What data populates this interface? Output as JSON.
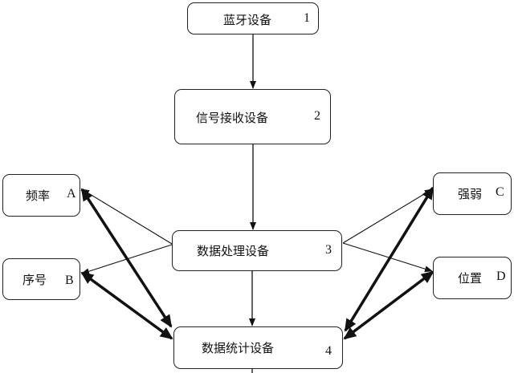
{
  "diagram": {
    "nodes": [
      {
        "id": "1",
        "label": "蓝牙设备",
        "number": "1"
      },
      {
        "id": "2",
        "label": "信号接收设备",
        "number": "2"
      },
      {
        "id": "3",
        "label": "数据处理设备",
        "number": "3"
      },
      {
        "id": "4",
        "label": "数据统计设备",
        "number": "4"
      },
      {
        "id": "A",
        "label": "频率",
        "number": "A"
      },
      {
        "id": "B",
        "label": "序号",
        "number": "B"
      },
      {
        "id": "C",
        "label": "强弱",
        "number": "C"
      },
      {
        "id": "D",
        "label": "位置",
        "number": "D"
      }
    ],
    "edges": [
      {
        "from": "1",
        "to": "2",
        "style": "thin"
      },
      {
        "from": "2",
        "to": "3",
        "style": "thin"
      },
      {
        "from": "3",
        "to": "4",
        "style": "thin"
      },
      {
        "from": "3",
        "to": "A",
        "style": "thin"
      },
      {
        "from": "3",
        "to": "B",
        "style": "thin"
      },
      {
        "from": "3",
        "to": "C",
        "style": "thin"
      },
      {
        "from": "3",
        "to": "D",
        "style": "thin"
      },
      {
        "from": "A",
        "to": "4",
        "style": "bold-bidirectional"
      },
      {
        "from": "B",
        "to": "4",
        "style": "bold-bidirectional"
      },
      {
        "from": "C",
        "to": "4",
        "style": "bold-bidirectional"
      },
      {
        "from": "D",
        "to": "4",
        "style": "bold-bidirectional"
      }
    ]
  }
}
